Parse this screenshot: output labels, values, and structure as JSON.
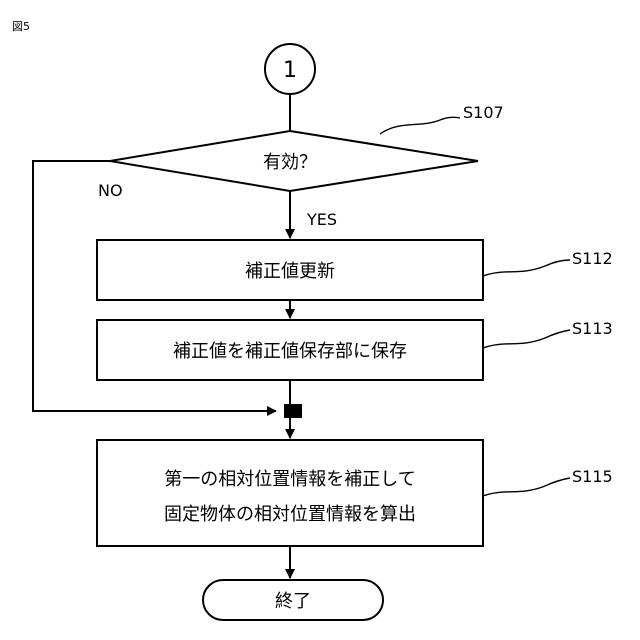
{
  "figure_label": "図5",
  "connector": {
    "label": "1"
  },
  "decision": {
    "label": "有効？",
    "step": "S107",
    "no_label": "NO",
    "yes_label": "YES"
  },
  "process1": {
    "label": "補正値更新",
    "step": "S112"
  },
  "process2": {
    "label": "補正値を補正値保存部に保存",
    "step": "S113"
  },
  "process3": {
    "line1": "第一の相対位置情報を補正して",
    "line2": "固定物体の相対位置情報を算出",
    "step": "S115"
  },
  "terminal": {
    "label": "終了"
  }
}
